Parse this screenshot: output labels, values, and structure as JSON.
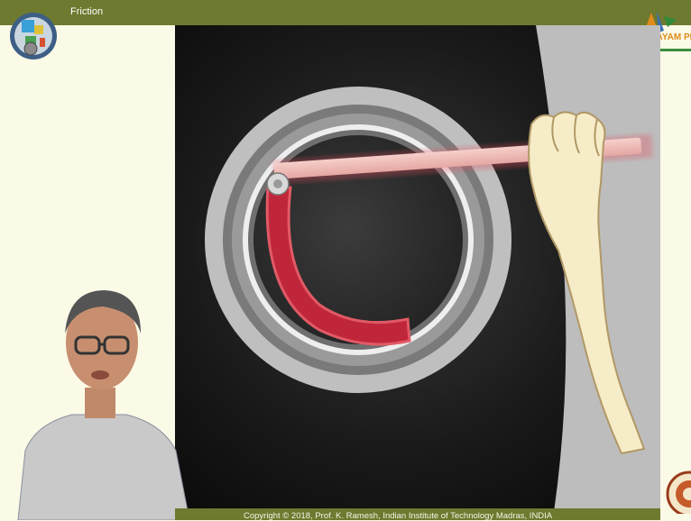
{
  "header": {
    "title": "Friction"
  },
  "branding": {
    "right_logo_text": "SWAYAM PRABHA"
  },
  "footer": {
    "copyright": "Copyright © 2018, Prof. K. Ramesh, Indian Institute of Technology Madras, INDIA"
  },
  "colors": {
    "header_bar": "#6e7a2f",
    "slide_background": "#fbfae6",
    "brake_shoe": "#c0263a",
    "lever": "#efb9b4"
  },
  "icons": [
    "nptel-logo-icon",
    "swayam-prabha-logo-icon",
    "iit-madras-seal-icon"
  ]
}
